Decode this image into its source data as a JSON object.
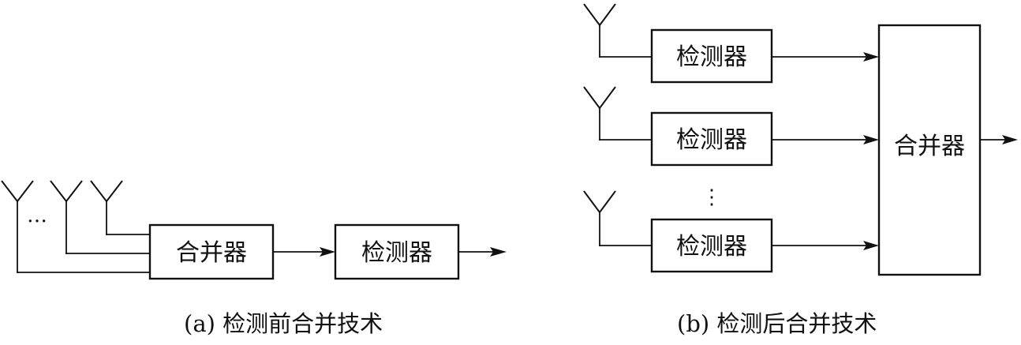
{
  "panel_a": {
    "caption": "(a) 检测前合并技术",
    "antenna_ellipsis": "…",
    "combiner_label": "合并器",
    "detector_label": "检测器"
  },
  "panel_b": {
    "caption": "(b) 检测后合并技术",
    "vertical_ellipsis": "⋮",
    "detector_labels": [
      "检测器",
      "检测器",
      "检测器"
    ],
    "combiner_label": "合并器"
  }
}
